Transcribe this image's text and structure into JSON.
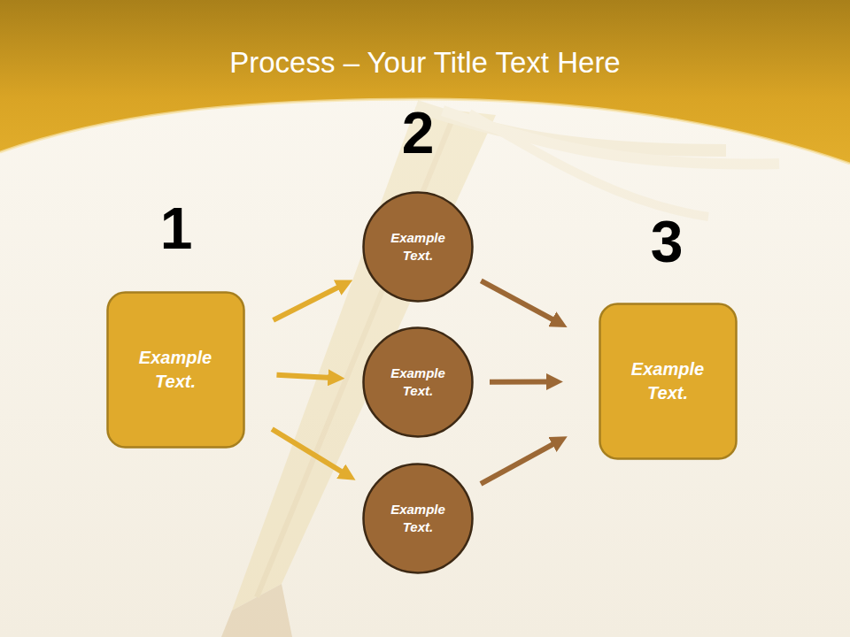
{
  "diagram": {
    "title": "Process – Your Title Text Here",
    "nodes": [
      {
        "text": [
          "Example Text."
        ]
      },
      {
        "text": [
          "Example Text."
        ]
      },
      {
        "text": [
          "Example Text."
        ]
      },
      {
        "text": [
          "Example Text."
        ]
      },
      {
        "text": [
          "Example Text."
        ]
      }
    ],
    "edges": [
      {
        "from": 0,
        "to": 1,
        "arrow": "to"
      },
      {
        "from": 0,
        "to": 2,
        "arrow": "to"
      },
      {
        "from": 0,
        "to": 3,
        "arrow": "to"
      },
      {
        "from": 1,
        "to": 4,
        "arrow": "to"
      },
      {
        "from": 2,
        "to": 4,
        "arrow": "to"
      },
      {
        "from": 3,
        "to": 4,
        "arrow": "to"
      }
    ],
    "labels": [
      "1",
      "2",
      "3"
    ]
  }
}
